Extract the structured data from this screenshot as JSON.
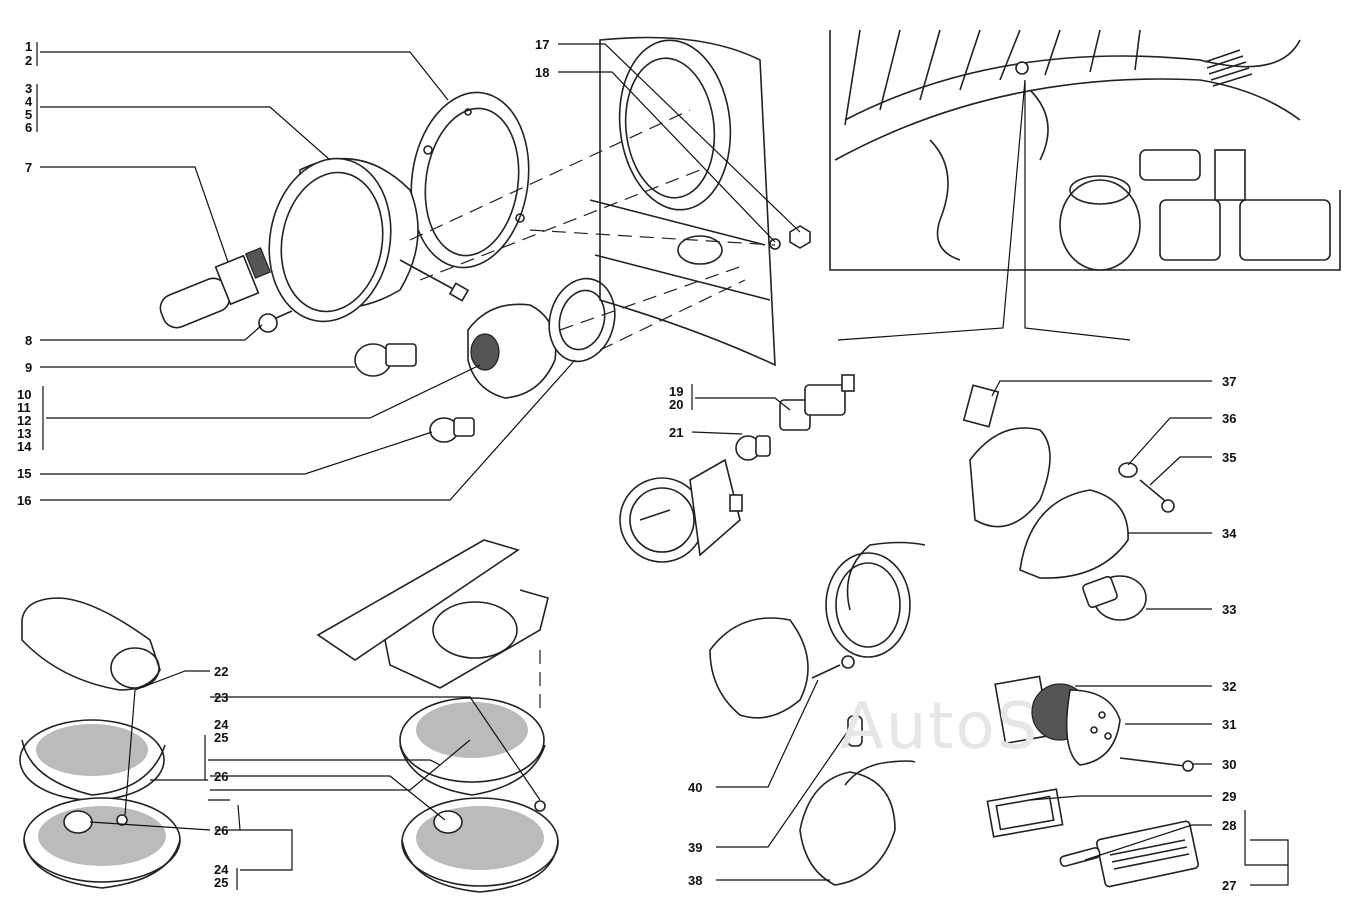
{
  "watermark": "AutoS",
  "callouts": {
    "c1": "1",
    "c2": "2",
    "c3": "3",
    "c4": "4",
    "c5": "5",
    "c6": "6",
    "c7": "7",
    "c8": "8",
    "c9": "9",
    "c10": "10",
    "c11": "11",
    "c12": "12",
    "c13": "13",
    "c14": "14",
    "c15": "15",
    "c16": "16",
    "c17": "17",
    "c18": "18",
    "c19": "19",
    "c20": "20",
    "c21": "21",
    "c22": "22",
    "c23": "23",
    "c24a": "24",
    "c25a": "25",
    "c26a": "26",
    "c26b": "26",
    "c24b": "24",
    "c25b": "25",
    "c27": "27",
    "c28": "28",
    "c29": "29",
    "c30": "30",
    "c31": "31",
    "c32": "32",
    "c33": "33",
    "c34": "34",
    "c35": "35",
    "c36": "36",
    "c37": "37",
    "c38": "38",
    "c39": "39",
    "c40": "40"
  }
}
